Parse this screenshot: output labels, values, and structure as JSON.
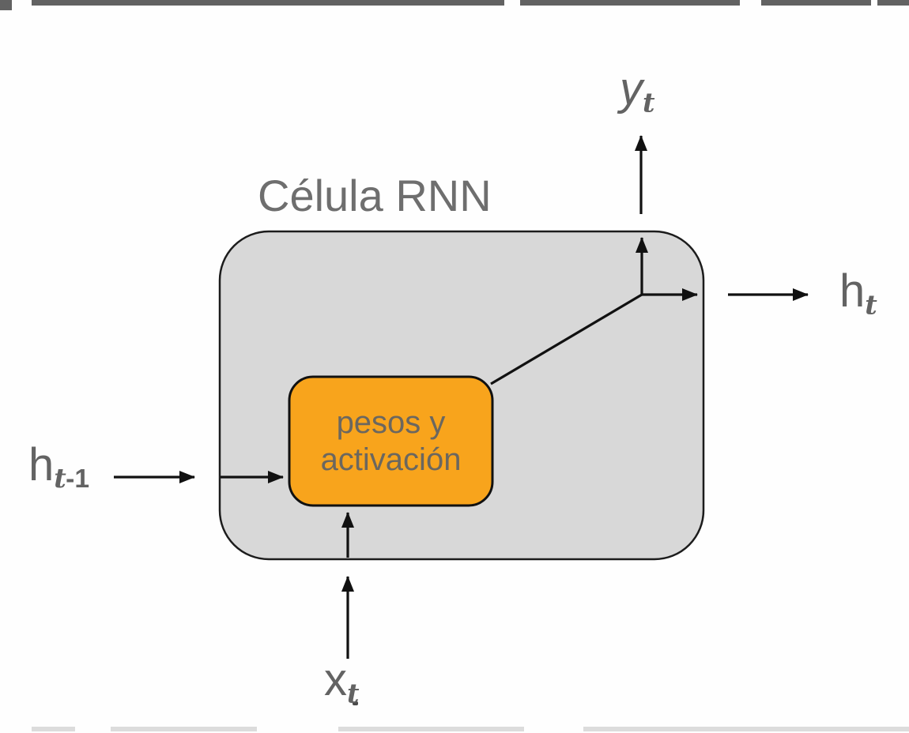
{
  "diagram": {
    "title": "Célula RNN",
    "cell": {
      "line1": "pesos y",
      "line2": "activación"
    },
    "labels": {
      "prev_hidden_base": "h",
      "prev_hidden_sub_t": "t",
      "prev_hidden_sub_minus": "-1",
      "input_base": "x",
      "input_sub": "t",
      "output_base": "y",
      "output_sub": "t",
      "hidden_base": "h",
      "hidden_sub": "t"
    },
    "colors": {
      "cell_fill": "#d8d8d8",
      "cell_stroke": "#1c1c1c",
      "weights_fill": "#f8a41c",
      "weights_stroke": "#111111",
      "line": "#111111",
      "title_text": "#6e6e6e",
      "label_text": "#636363",
      "weights_text": "#6b675f"
    }
  }
}
